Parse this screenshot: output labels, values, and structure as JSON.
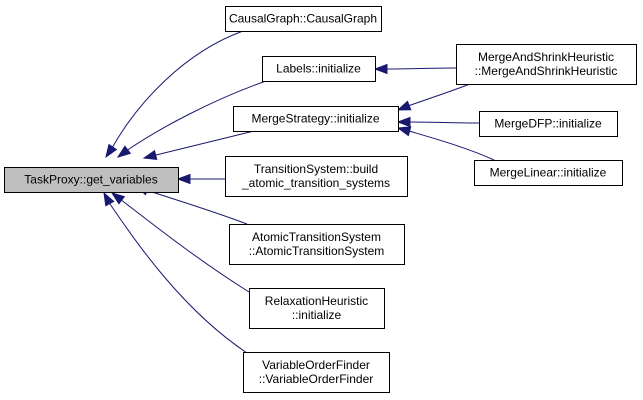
{
  "graph": {
    "edge_color": "#191970",
    "root_fill": "#bfbfbf",
    "nodes": [
      {
        "id": "root",
        "lines": [
          "TaskProxy::get_variables"
        ],
        "root": true
      },
      {
        "id": "causal",
        "lines": [
          "CausalGraph::CausalGraph"
        ]
      },
      {
        "id": "labels",
        "lines": [
          "Labels::initialize"
        ]
      },
      {
        "id": "mergestrategy",
        "lines": [
          "MergeStrategy::initialize"
        ]
      },
      {
        "id": "transition",
        "lines": [
          "TransitionSystem::build",
          "_atomic_transition_systems"
        ]
      },
      {
        "id": "atomic",
        "lines": [
          "AtomicTransitionSystem",
          "::AtomicTransitionSystem"
        ]
      },
      {
        "id": "relax",
        "lines": [
          "RelaxationHeuristic",
          "::initialize"
        ]
      },
      {
        "id": "varorder",
        "lines": [
          "VariableOrderFinder",
          "::VariableOrderFinder"
        ]
      },
      {
        "id": "mas",
        "lines": [
          "MergeAndShrinkHeuristic",
          "::MergeAndShrinkHeuristic"
        ]
      },
      {
        "id": "dfp",
        "lines": [
          "MergeDFP::initialize"
        ]
      },
      {
        "id": "linear",
        "lines": [
          "MergeLinear::initialize"
        ]
      }
    ],
    "edges": [
      {
        "from": "causal",
        "to": "root"
      },
      {
        "from": "labels",
        "to": "root"
      },
      {
        "from": "mergestrategy",
        "to": "root"
      },
      {
        "from": "transition",
        "to": "root"
      },
      {
        "from": "atomic",
        "to": "root"
      },
      {
        "from": "relax",
        "to": "root"
      },
      {
        "from": "varorder",
        "to": "root"
      },
      {
        "from": "mas",
        "to": "labels"
      },
      {
        "from": "mas",
        "to": "mergestrategy"
      },
      {
        "from": "dfp",
        "to": "mergestrategy"
      },
      {
        "from": "linear",
        "to": "mergestrategy"
      }
    ]
  }
}
